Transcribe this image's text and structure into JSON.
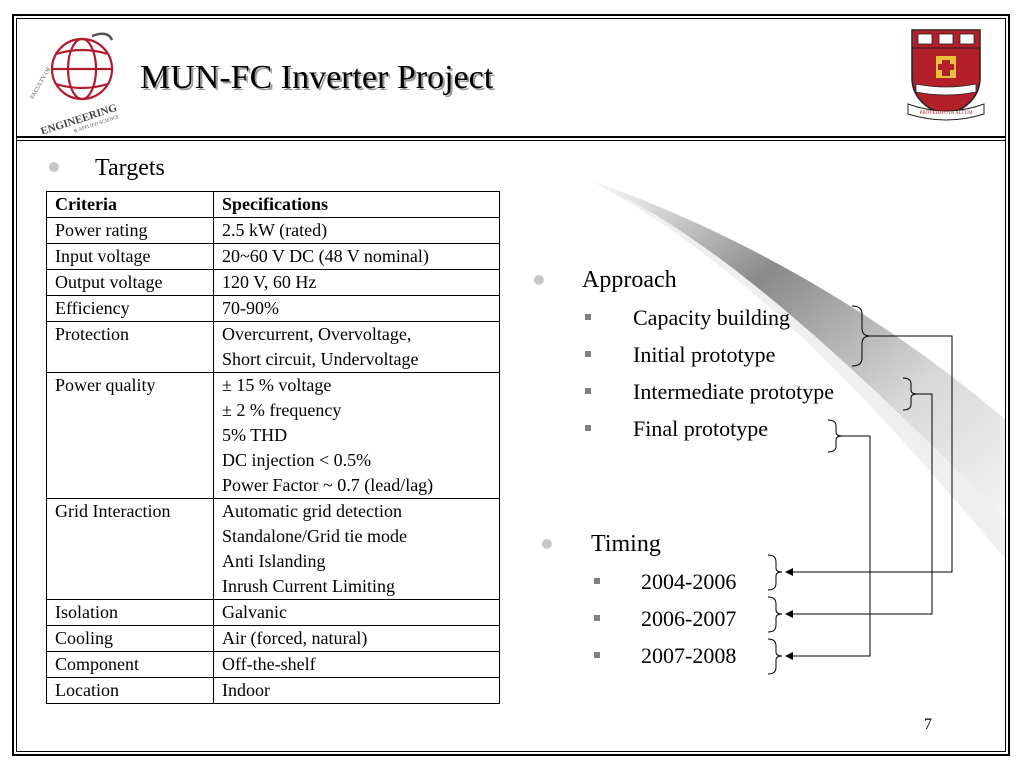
{
  "title": "MUN-FC Inverter Project",
  "logo_left": {
    "icon": "globe-logo-icon",
    "text_top": "FACULTY OF",
    "text_main": "ENGINEERING",
    "text_sub": "& APPLIED SCIENCE"
  },
  "crest": {
    "icon": "university-crest-icon",
    "motto": "PROVEHITO IN ALTUM"
  },
  "targets": {
    "heading": "Targets",
    "table": {
      "headers": [
        "Criteria",
        "Specifications"
      ],
      "rows": [
        {
          "criteria": "Power rating",
          "spec": [
            "2.5 kW (rated)"
          ]
        },
        {
          "criteria": "Input voltage",
          "spec": [
            "20~60 V DC (48 V nominal)"
          ]
        },
        {
          "criteria": "Output voltage",
          "spec": [
            "120 V, 60 Hz"
          ]
        },
        {
          "criteria": "Efficiency",
          "spec": [
            "70-90%"
          ]
        },
        {
          "criteria": "Protection",
          "spec": [
            "Overcurrent, Overvoltage,",
            "Short circuit, Undervoltage"
          ]
        },
        {
          "criteria": "Power quality",
          "spec": [
            "± 15 % voltage",
            "± 2 % frequency",
            "5% THD",
            "DC injection < 0.5%",
            "Power Factor ~ 0.7 (lead/lag)"
          ]
        },
        {
          "criteria": "Grid Interaction",
          "spec": [
            "Automatic grid detection",
            "Standalone/Grid tie mode",
            "Anti Islanding",
            "Inrush Current Limiting"
          ]
        },
        {
          "criteria": "Isolation",
          "spec": [
            "Galvanic"
          ]
        },
        {
          "criteria": "Cooling",
          "spec": [
            "Air (forced, natural)"
          ]
        },
        {
          "criteria": "Component",
          "spec": [
            "Off-the-shelf"
          ]
        },
        {
          "criteria": "Location",
          "spec": [
            "Indoor"
          ]
        }
      ]
    }
  },
  "approach": {
    "heading": "Approach",
    "items": [
      "Capacity building",
      "Initial prototype",
      "Intermediate prototype",
      "Final prototype"
    ]
  },
  "timing": {
    "heading": "Timing",
    "items": [
      "2004-2006",
      "2006-2007",
      "2007-2008"
    ]
  },
  "page_number": "7",
  "colors": {
    "bullet": "#c8c8c8",
    "title_shadow": "#9a9a9a",
    "globe_red": "#b01c2e",
    "crest_red": "#b3202a",
    "crest_gold": "#e8c23a"
  }
}
